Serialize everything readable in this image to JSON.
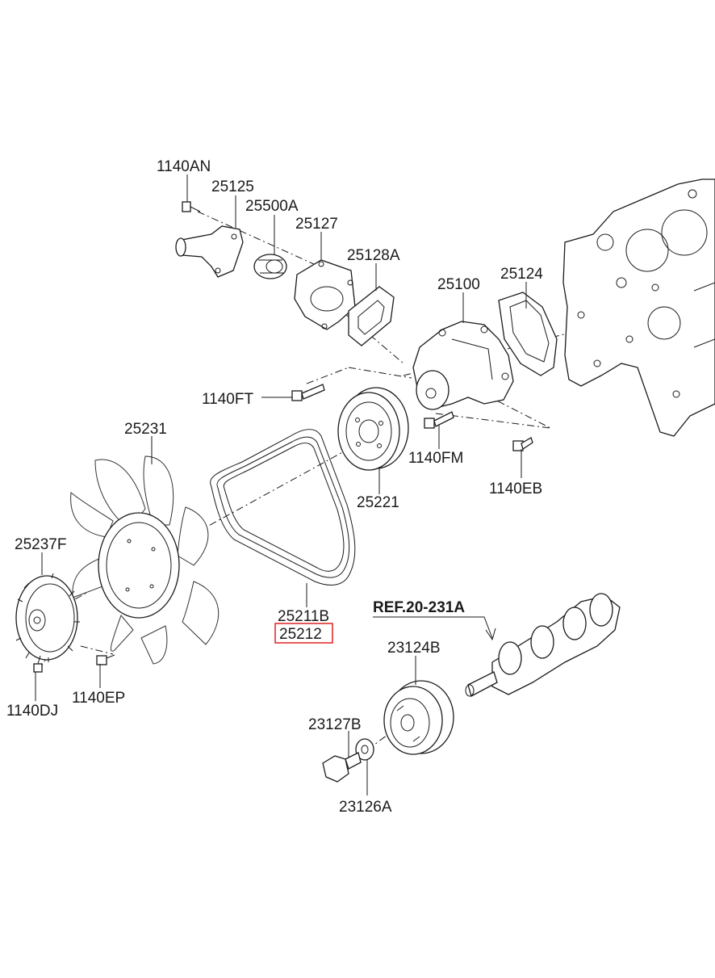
{
  "diagram": {
    "reference": "REF.20-231A",
    "highlighted_part": "25212",
    "labels": {
      "p1140AN": "1140AN",
      "p25125": "25125",
      "p25500A": "25500A",
      "p25127": "25127",
      "p25128A": "25128A",
      "p25100": "25100",
      "p25124": "25124",
      "p1140FT": "1140FT",
      "p1140FM": "1140FM",
      "p1140EB": "1140EB",
      "p25231": "25231",
      "p25221": "25221",
      "p25237F": "25237F",
      "p25211B": "25211B",
      "p25212": "25212",
      "p23124B": "23124B",
      "p23127B": "23127B",
      "p23126A": "23126A",
      "p1140DJ": "1140DJ",
      "p1140EP": "1140EP"
    },
    "colors": {
      "line": "#1a1a1a",
      "highlight": "#e03030"
    }
  }
}
